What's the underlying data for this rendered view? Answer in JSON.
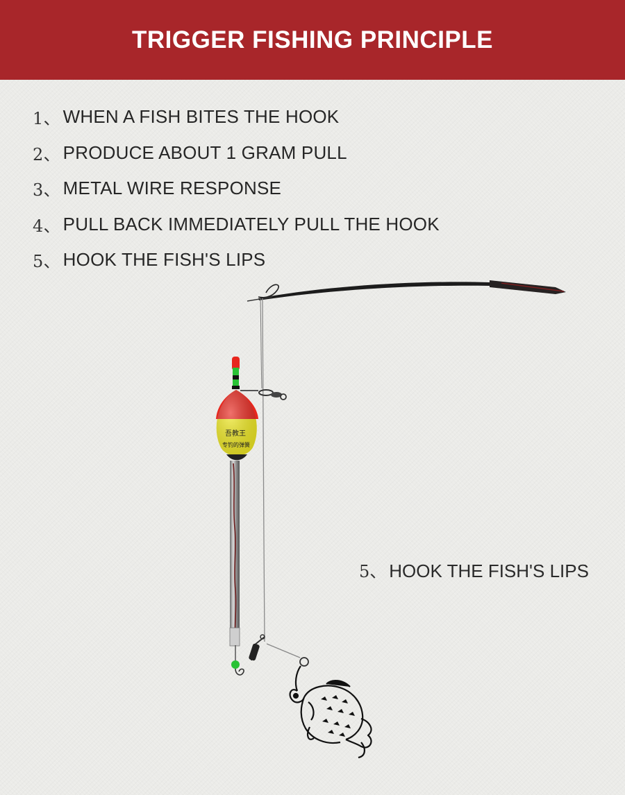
{
  "banner": {
    "title": "TRIGGER FISHING PRINCIPLE",
    "color": "#a8262a"
  },
  "steps": [
    {
      "num": "1、",
      "text": "WHEN A FISH BITES THE HOOK"
    },
    {
      "num": "2、",
      "text": "PRODUCE ABOUT 1 GRAM PULL"
    },
    {
      "num": "3、",
      "text": "METAL WIRE RESPONSE"
    },
    {
      "num": "4、",
      "text": "PULL BACK IMMEDIATELY PULL THE HOOK"
    },
    {
      "num": "5、",
      "text": "HOOK THE FISH'S LIPS"
    }
  ],
  "annotation": {
    "num": "5、",
    "text": "HOOK THE FISH'S LIPS"
  },
  "float_label": {
    "line1": "吾教王",
    "line2": "专钓的弹簧"
  },
  "colors": {
    "float_top": "#e8261d",
    "float_bottom": "#f3ec22",
    "antenna_green": "#29c235",
    "rod": "#1a1a1a"
  }
}
